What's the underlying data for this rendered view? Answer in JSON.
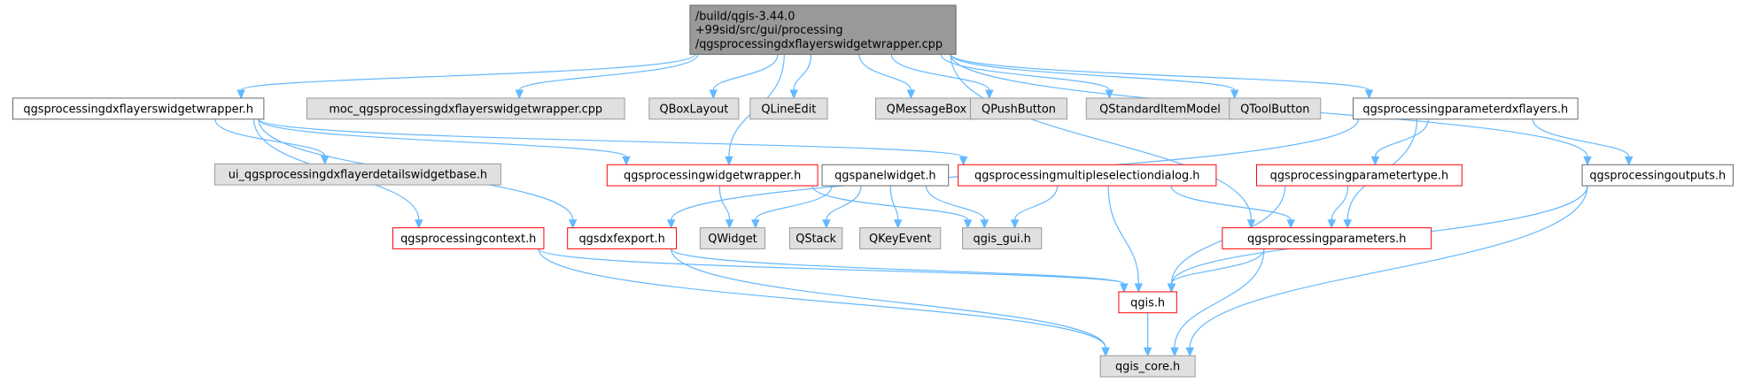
{
  "colors": {
    "edge": "#63b8ff",
    "root_fill": "#999999",
    "root_stroke": "#666666",
    "doc_fill": "#ffffff",
    "doc_stroke": "#666666",
    "red_stroke": "#ff0000",
    "ext_fill": "#e0e0e0",
    "ext_stroke": "#999999"
  },
  "nodes": [
    {
      "id": "root",
      "lines": [
        "/build/qgis-3.44.0",
        "+99sid/src/gui/processing",
        "/qgsprocessingdxflayerswidgetwrapper.cpp"
      ],
      "style": "root"
    },
    {
      "id": "wrapper_h",
      "lines": [
        "qgsprocessingdxflayerswidgetwrapper.h"
      ],
      "style": "doc"
    },
    {
      "id": "moc",
      "lines": [
        "moc_qgsprocessingdxflayerswidgetwrapper.cpp"
      ],
      "style": "ext"
    },
    {
      "id": "qboxlayout",
      "lines": [
        "QBoxLayout"
      ],
      "style": "ext"
    },
    {
      "id": "qlineedit",
      "lines": [
        "QLineEdit"
      ],
      "style": "ext"
    },
    {
      "id": "qmessagebox",
      "lines": [
        "QMessageBox"
      ],
      "style": "ext"
    },
    {
      "id": "qpushbutton",
      "lines": [
        "QPushButton"
      ],
      "style": "ext"
    },
    {
      "id": "qstandarditemmodel",
      "lines": [
        "QStandardItemModel"
      ],
      "style": "ext"
    },
    {
      "id": "qtoolbutton",
      "lines": [
        "QToolButton"
      ],
      "style": "ext"
    },
    {
      "id": "paramdxflayers",
      "lines": [
        "qgsprocessingparameterdxflayers.h"
      ],
      "style": "doc"
    },
    {
      "id": "ui_base",
      "lines": [
        "ui_qgsprocessingdxflayerdetailswidgetbase.h"
      ],
      "style": "ext"
    },
    {
      "id": "widgetwrapper",
      "lines": [
        "qgsprocessingwidgetwrapper.h"
      ],
      "style": "red"
    },
    {
      "id": "panelwidget",
      "lines": [
        "qgspanelwidget.h"
      ],
      "style": "doc"
    },
    {
      "id": "multisel",
      "lines": [
        "qgsprocessingmultipleselectiondialog.h"
      ],
      "style": "red"
    },
    {
      "id": "paramtype",
      "lines": [
        "qgsprocessingparametertype.h"
      ],
      "style": "red"
    },
    {
      "id": "outputs",
      "lines": [
        "qgsprocessingoutputs.h"
      ],
      "style": "doc"
    },
    {
      "id": "context",
      "lines": [
        "qgsprocessingcontext.h"
      ],
      "style": "red"
    },
    {
      "id": "dxfexport",
      "lines": [
        "qgsdxfexport.h"
      ],
      "style": "red"
    },
    {
      "id": "qwidget",
      "lines": [
        "QWidget"
      ],
      "style": "ext"
    },
    {
      "id": "qstack",
      "lines": [
        "QStack"
      ],
      "style": "ext"
    },
    {
      "id": "qkeyevent",
      "lines": [
        "QKeyEvent"
      ],
      "style": "ext"
    },
    {
      "id": "qgis_gui",
      "lines": [
        "qgis_gui.h"
      ],
      "style": "ext"
    },
    {
      "id": "parameters",
      "lines": [
        "qgsprocessingparameters.h"
      ],
      "style": "red"
    },
    {
      "id": "qgis_h",
      "lines": [
        "qgis.h"
      ],
      "style": "red"
    },
    {
      "id": "qgis_core",
      "lines": [
        "qgis_core.h"
      ],
      "style": "ext"
    }
  ],
  "edges": [
    [
      "root",
      "wrapper_h"
    ],
    [
      "root",
      "moc"
    ],
    [
      "root",
      "qboxlayout"
    ],
    [
      "root",
      "qlineedit"
    ],
    [
      "root",
      "qmessagebox"
    ],
    [
      "root",
      "qpushbutton"
    ],
    [
      "root",
      "qstandarditemmodel"
    ],
    [
      "root",
      "qtoolbutton"
    ],
    [
      "root",
      "paramdxflayers"
    ],
    [
      "root",
      "widgetwrapper"
    ],
    [
      "root",
      "parameters"
    ],
    [
      "root",
      "outputs"
    ],
    [
      "wrapper_h",
      "ui_base"
    ],
    [
      "wrapper_h",
      "widgetwrapper"
    ],
    [
      "wrapper_h",
      "multisel"
    ],
    [
      "wrapper_h",
      "context"
    ],
    [
      "wrapper_h",
      "dxfexport"
    ],
    [
      "paramdxflayers",
      "dxfexport"
    ],
    [
      "paramdxflayers",
      "paramtype"
    ],
    [
      "paramdxflayers",
      "parameters"
    ],
    [
      "paramdxflayers",
      "outputs"
    ],
    [
      "widgetwrapper",
      "qwidget"
    ],
    [
      "widgetwrapper",
      "qgis_gui"
    ],
    [
      "panelwidget",
      "qwidget"
    ],
    [
      "panelwidget",
      "qstack"
    ],
    [
      "panelwidget",
      "qkeyevent"
    ],
    [
      "panelwidget",
      "qgis_gui"
    ],
    [
      "multisel",
      "qgis_gui"
    ],
    [
      "multisel",
      "parameters"
    ],
    [
      "multisel",
      "qgis_h"
    ],
    [
      "paramtype",
      "parameters"
    ],
    [
      "paramtype",
      "qgis_h"
    ],
    [
      "outputs",
      "qgis_h"
    ],
    [
      "outputs",
      "qgis_core"
    ],
    [
      "context",
      "qgis_h"
    ],
    [
      "context",
      "qgis_core"
    ],
    [
      "dxfexport",
      "qgis_h"
    ],
    [
      "dxfexport",
      "qgis_core"
    ],
    [
      "parameters",
      "qgis_h"
    ],
    [
      "parameters",
      "qgis_core"
    ],
    [
      "qgis_h",
      "qgis_core"
    ]
  ]
}
